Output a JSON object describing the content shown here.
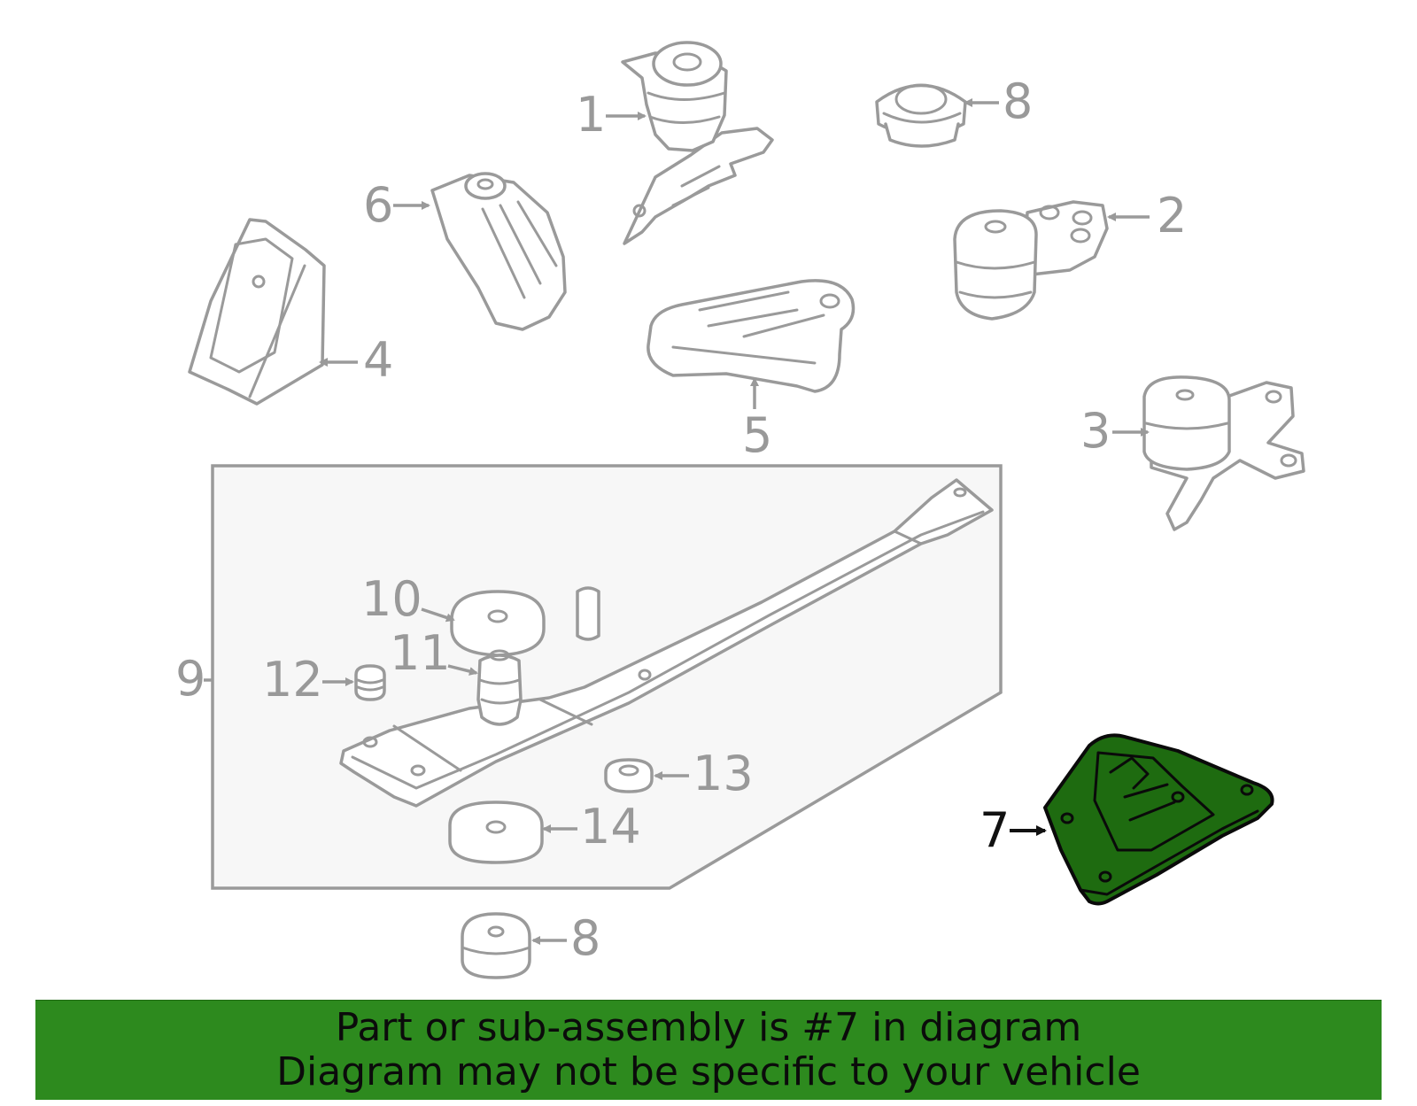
{
  "labels": {
    "p1": "1",
    "p2": "2",
    "p3": "3",
    "p4": "4",
    "p5": "5",
    "p6": "6",
    "p7": "7",
    "p8_top": "8",
    "p8_bottom": "8",
    "p9": "9",
    "p10": "10",
    "p11": "11",
    "p12": "12",
    "p13": "13",
    "p14": "14"
  },
  "highlighted_part": "7",
  "colors": {
    "highlight_fill": "#1e6b10",
    "banner_background": "#2d8a1e",
    "line_gray": "#9a9a9a"
  },
  "banner": {
    "line1": "Part or sub-assembly is #7 in diagram",
    "line2": "Diagram may not be specific to your vehicle"
  }
}
